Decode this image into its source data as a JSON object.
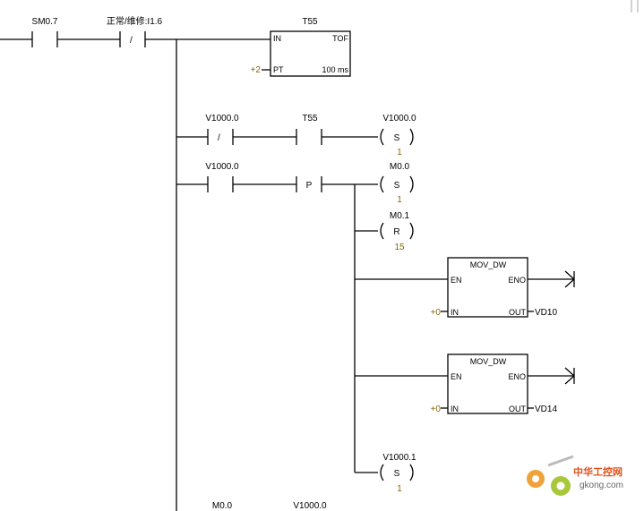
{
  "network": {
    "timer": {
      "name": "T55",
      "type": "TOF",
      "in_label": "IN",
      "pt_label": "PT",
      "pt_value": "+2",
      "resolution": "100 ms"
    },
    "contacts": {
      "sm": "SM0.7",
      "maint": "正常/维修:I1.6",
      "v1000_nc": "V1000.0",
      "t55": "T55",
      "v1000_no": "V1000.0",
      "p_label": "P",
      "neg_slash": "/"
    },
    "coils": {
      "c1": {
        "addr": "V1000.0",
        "op": "S",
        "n": "1"
      },
      "c2": {
        "addr": "M0.0",
        "op": "S",
        "n": "1"
      },
      "c3": {
        "addr": "M0.1",
        "op": "R",
        "n": "15"
      },
      "c4": {
        "addr": "V1000.1",
        "op": "S",
        "n": "1"
      }
    },
    "mov1": {
      "title": "MOV_DW",
      "en": "EN",
      "eno": "ENO",
      "in": "IN",
      "out": "OUT",
      "in_val": "+0",
      "out_val": "VD10"
    },
    "mov2": {
      "title": "MOV_DW",
      "en": "EN",
      "eno": "ENO",
      "in": "IN",
      "out": "OUT",
      "in_val": "+0",
      "out_val": "VD14"
    },
    "bottom": {
      "m00": "M0.0",
      "v1000": "V1000.0"
    }
  },
  "watermark": {
    "cn": "中华工控网",
    "url": "gkong.com"
  }
}
